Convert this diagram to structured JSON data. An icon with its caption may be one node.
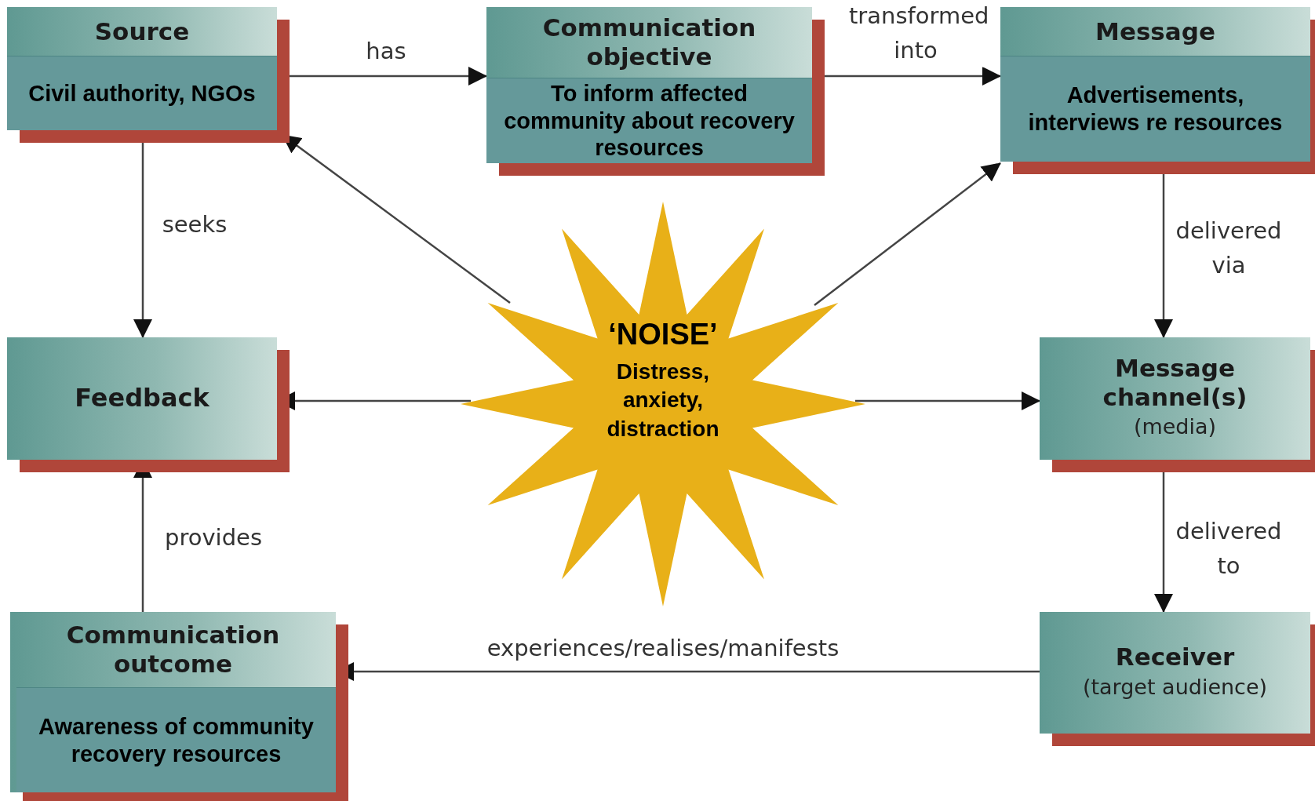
{
  "diagram": {
    "nodes": [
      {
        "text": [
          "Source",
          "Civil authority, NGOs"
        ]
      },
      {
        "text": [
          "Communication objective",
          "To inform affected community about recovery resources"
        ]
      },
      {
        "text": [
          "Message",
          "Advertisements, interviews re resources"
        ]
      },
      {
        "text": [
          "Feedback"
        ]
      },
      {
        "text": [
          "‘NOISE’",
          "Distress, anxiety, distraction"
        ]
      },
      {
        "text": [
          "Message channel(s)",
          "(media)"
        ]
      },
      {
        "text": [
          "Communication outcome",
          "Awareness of community recovery resources"
        ]
      },
      {
        "text": [
          "Receiver",
          "(target audience)"
        ]
      }
    ],
    "edges": [
      {
        "from": 0,
        "to": 1,
        "arrow": "to",
        "label": "has"
      },
      {
        "from": 1,
        "to": 2,
        "arrow": "to",
        "label": "transformed into"
      },
      {
        "from": 2,
        "to": 5,
        "arrow": "to",
        "label": "delivered via"
      },
      {
        "from": 5,
        "to": 7,
        "arrow": "to",
        "label": "delivered to"
      },
      {
        "from": 7,
        "to": 6,
        "arrow": "to",
        "label": "experiences/realises/manifests"
      },
      {
        "from": 6,
        "to": 3,
        "arrow": "to",
        "label": "provides"
      },
      {
        "from": 0,
        "to": 3,
        "arrow": "to",
        "label": "seeks"
      },
      {
        "from": 4,
        "to": 0,
        "arrow": "to"
      },
      {
        "from": 4,
        "to": 2,
        "arrow": "to"
      },
      {
        "from": 4,
        "to": 3,
        "arrow": "to"
      },
      {
        "from": 4,
        "to": 5,
        "arrow": "to"
      }
    ]
  }
}
